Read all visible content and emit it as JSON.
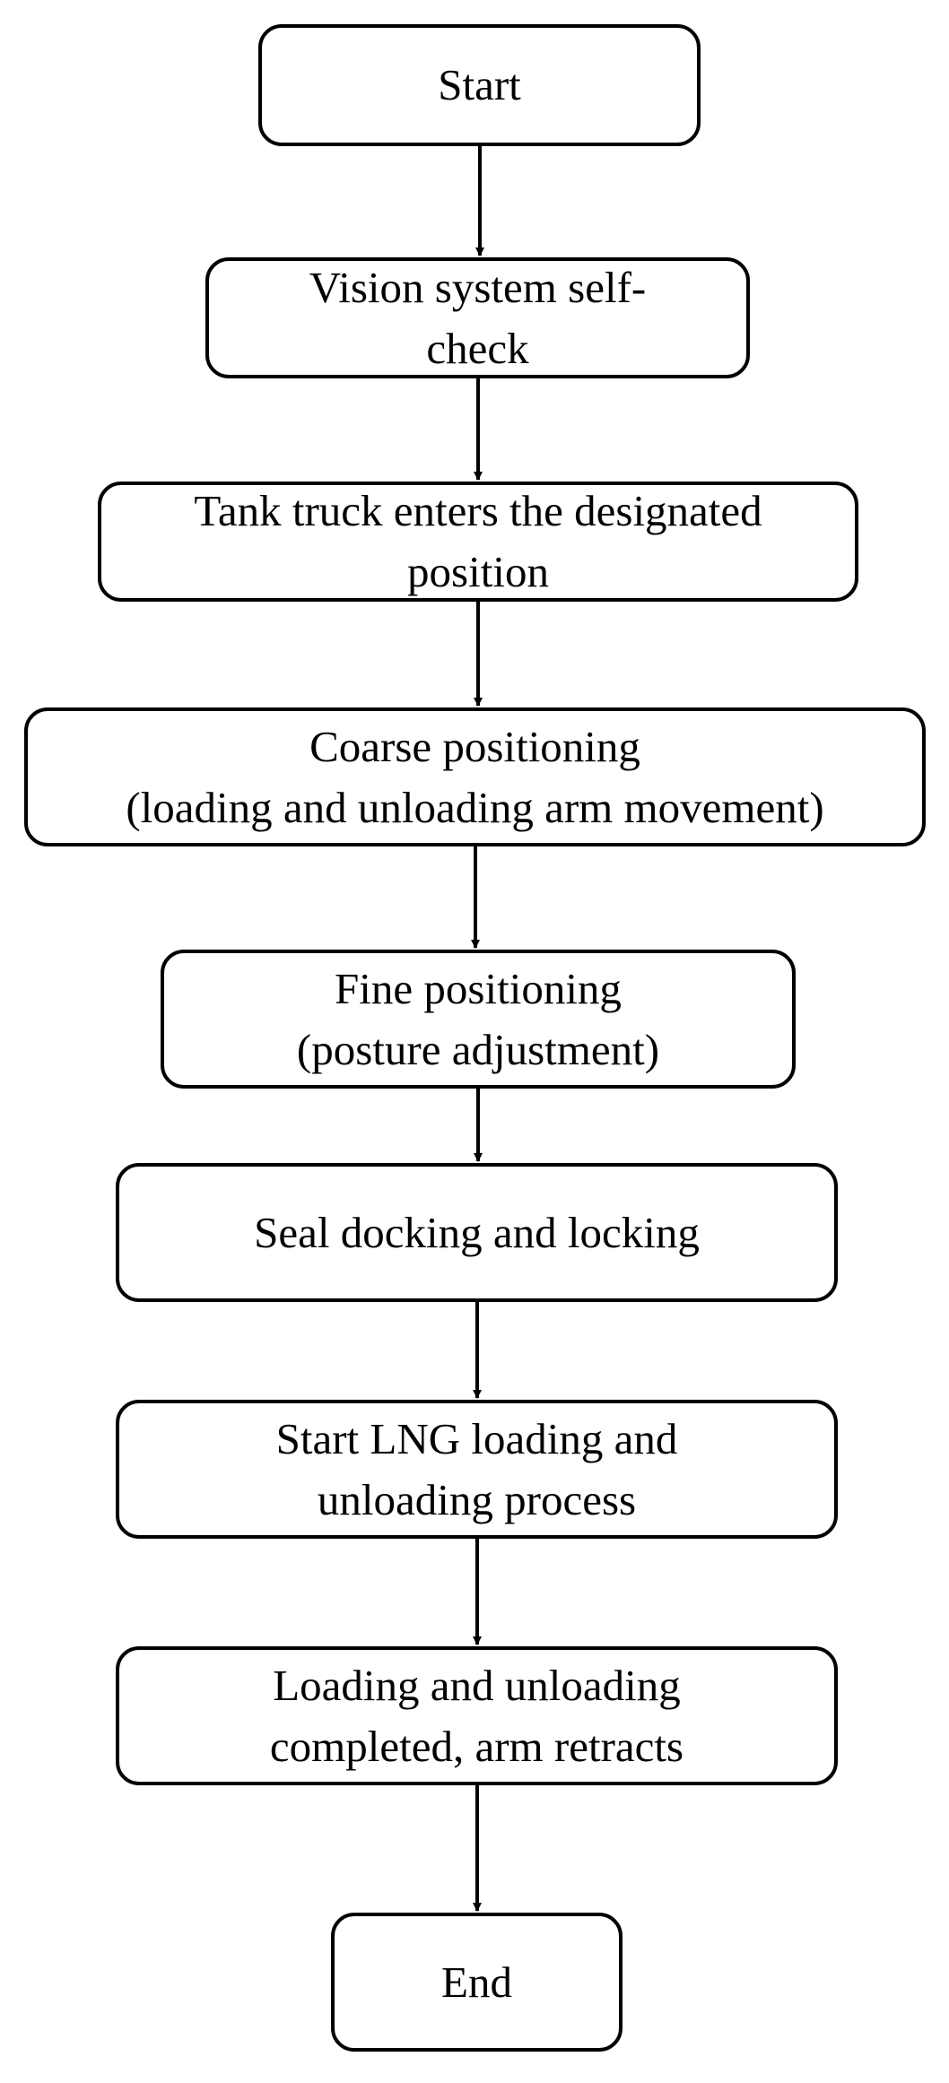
{
  "flowchart": {
    "nodes": [
      {
        "id": "start",
        "lines": [
          "Start"
        ]
      },
      {
        "id": "self-check",
        "lines": [
          "Vision system self-",
          "check"
        ]
      },
      {
        "id": "truck-enters",
        "lines": [
          "Tank truck enters the designated",
          "position"
        ]
      },
      {
        "id": "coarse-positioning",
        "lines": [
          "Coarse positioning",
          "(loading and unloading arm movement)"
        ]
      },
      {
        "id": "fine-positioning",
        "lines": [
          "Fine positioning",
          "(posture adjustment)"
        ]
      },
      {
        "id": "seal-docking",
        "lines": [
          "Seal docking and locking"
        ]
      },
      {
        "id": "start-lng",
        "lines": [
          "Start LNG loading and",
          "unloading process"
        ]
      },
      {
        "id": "completed",
        "lines": [
          "Loading and unloading",
          "completed,  arm retracts"
        ]
      },
      {
        "id": "end",
        "lines": [
          "End"
        ]
      }
    ],
    "edges": [
      {
        "from": "start",
        "to": "self-check"
      },
      {
        "from": "self-check",
        "to": "truck-enters"
      },
      {
        "from": "truck-enters",
        "to": "coarse-positioning"
      },
      {
        "from": "coarse-positioning",
        "to": "fine-positioning"
      },
      {
        "from": "fine-positioning",
        "to": "seal-docking"
      },
      {
        "from": "seal-docking",
        "to": "start-lng"
      },
      {
        "from": "start-lng",
        "to": "completed"
      },
      {
        "from": "completed",
        "to": "end"
      }
    ]
  },
  "colors": {
    "stroke": "#000000",
    "background": "#ffffff"
  }
}
